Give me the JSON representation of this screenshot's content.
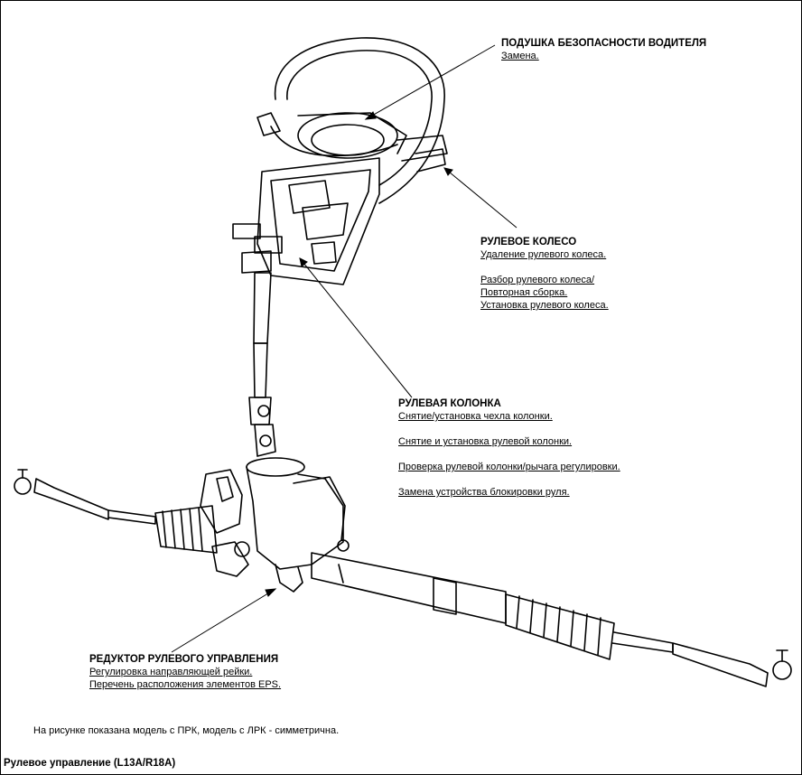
{
  "callouts": {
    "airbag": {
      "title": "ПОДУШКА БЕЗОПАСНОСТИ ВОДИТЕЛЯ",
      "links": [
        "Замена."
      ]
    },
    "wheel": {
      "title": "РУЛЕВОЕ КОЛЕСО",
      "links": [
        "Удаление рулевого колеса.",
        "Разбор рулевого колеса/",
        "Повторная сборка.",
        "Установка рулевого колеса."
      ]
    },
    "column": {
      "title": "РУЛЕВАЯ КОЛОНКА",
      "links": [
        "Снятие/установка чехла колонки.",
        "Снятие и установка рулевой колонки.",
        "Проверка рулевой колонки/рычага регулировки.",
        "Замена устройства блокировки руля."
      ]
    },
    "gearbox": {
      "title": "РЕДУКТОР РУЛЕВОГО УПРАВЛЕНИЯ",
      "links": [
        "Регулировка направляющей рейки.",
        "Перечень расположения элементов EPS."
      ]
    }
  },
  "note": "На рисунке показана модель с ПРК, модель с ЛРК - симметрична.",
  "caption": "Рулевое управление (L13A/R18A)"
}
